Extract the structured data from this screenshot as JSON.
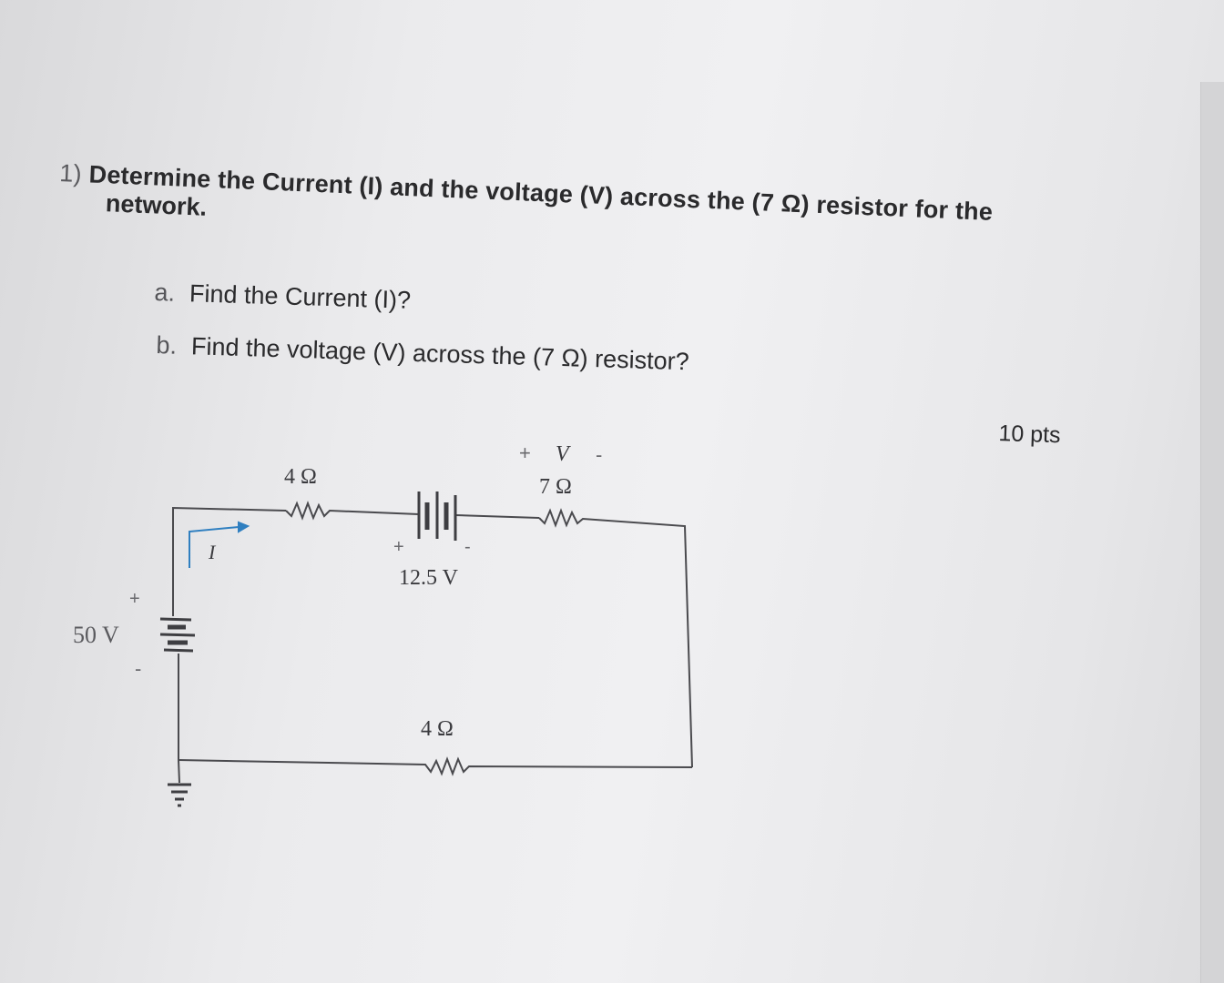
{
  "question": {
    "number": "1)",
    "line1": "Determine the Current (I) and the voltage (V) across the (7 Ω) resistor for the",
    "line2": "network."
  },
  "subquestions": [
    {
      "label": "a.",
      "text": "Find the Current (I)?"
    },
    {
      "label": "b.",
      "text": "Find the voltage (V) across the (7 Ω) resistor?"
    }
  ],
  "points": "10 pts",
  "circuit": {
    "source_main": {
      "label": "50 V",
      "plus": "+",
      "minus": "-"
    },
    "source_top": {
      "label": "12.5 V",
      "plus": "+",
      "minus": "-"
    },
    "resistor_top_left": "4 Ω",
    "resistor_top_right": "7 Ω",
    "resistor_bottom": "4 Ω",
    "voltage_label": {
      "plus": "+",
      "v": "V",
      "minus": "-"
    },
    "current_label": "I",
    "colors": {
      "wire": "#4a4a4e",
      "arrow": "#2f7fc0"
    }
  }
}
